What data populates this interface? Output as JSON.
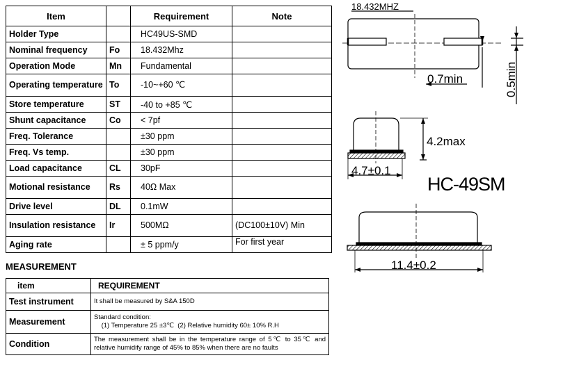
{
  "spec_table": {
    "headers": {
      "item": "Item",
      "requirement": "Requirement",
      "note": "Note"
    },
    "rows": [
      {
        "item": "Holder Type",
        "symbol": "",
        "requirement": "HC49US-SMD",
        "note": ""
      },
      {
        "item": "Nominal frequency",
        "symbol": "Fo",
        "requirement": "18.432Mhz",
        "note": ""
      },
      {
        "item": "Operation Mode",
        "symbol": "Mn",
        "requirement": "Fundamental",
        "note": ""
      },
      {
        "item": "Operating temperature",
        "symbol": "To",
        "requirement": "-10~+60 ℃",
        "note": ""
      },
      {
        "item": "Store temperature",
        "symbol": "ST",
        "requirement": "-40 to +85 ℃",
        "note": ""
      },
      {
        "item": "Shunt capacitance",
        "symbol": "Co",
        "requirement": "< 7pf",
        "note": ""
      },
      {
        "item": "Freq. Tolerance",
        "symbol": "",
        "requirement": "±30 ppm",
        "note": ""
      },
      {
        "item": "Freq. Vs temp.",
        "symbol": "",
        "requirement": "±30 ppm",
        "note": ""
      },
      {
        "item": "Load capacitance",
        "symbol": "CL",
        "requirement": "30pF",
        "note": ""
      },
      {
        "item": "Motional resistance",
        "symbol": "Rs",
        "requirement": "40Ω Max",
        "note": ""
      },
      {
        "item": "Drive level",
        "symbol": "DL",
        "requirement": "0.1mW",
        "note": ""
      },
      {
        "item": "Insulation resistance",
        "symbol": "Ir",
        "requirement": "500MΩ",
        "note": "(DC100±10V) Min"
      },
      {
        "item": "Aging rate",
        "symbol": "",
        "requirement": "± 5 ppm/y",
        "note": "For first year"
      }
    ]
  },
  "measurement": {
    "title": "MEASUREMENT",
    "headers": {
      "item": "item",
      "requirement": "REQUIREMENT"
    },
    "rows": [
      {
        "item": "Test instrument",
        "requirement": "It shall be measured by S&A 150D"
      },
      {
        "item": "Measurement",
        "requirement": "Standard condition:\n    (1) Temperature 25 ±3℃  (2) Relative humidity 60± 10% R.H"
      },
      {
        "item": "Condition",
        "requirement": "The measurement shall be in the temperature range of 5℃ to 35℃ and relative humidify range of 45% to 85% when   there are no faults"
      }
    ]
  },
  "drawing": {
    "marking": "18.432MHZ",
    "dim_pin_length": "0.7min",
    "dim_pin_height": "0.5min",
    "dim_height": "4.2max",
    "dim_width": "4.7±0.1",
    "model": "HC-49SM",
    "dim_length": "11.4±0.2"
  }
}
